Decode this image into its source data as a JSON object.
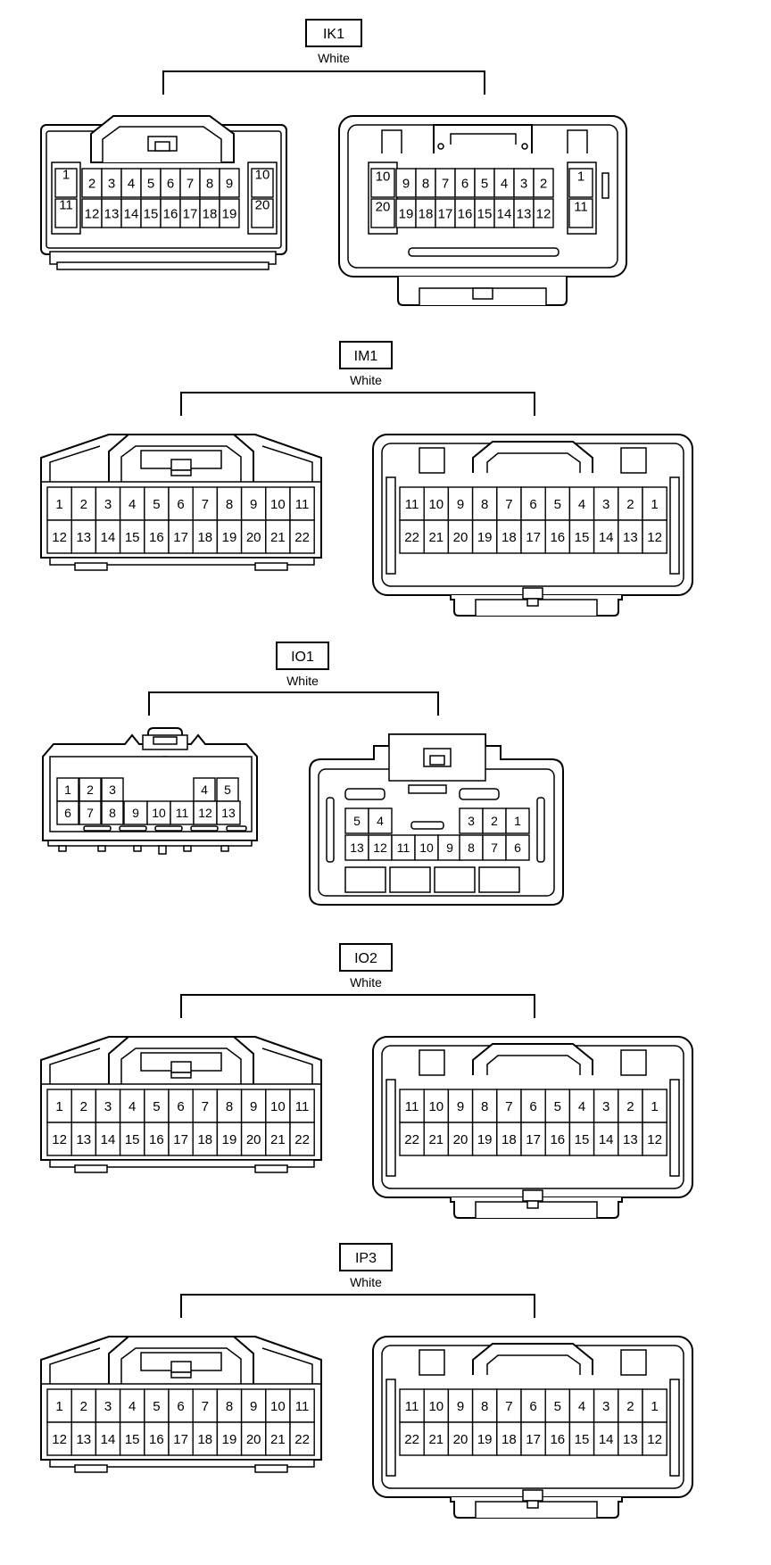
{
  "colors": {
    "line": "#000000",
    "background": "#ffffff"
  },
  "connectors": [
    {
      "id": "ik1",
      "name": "IK1",
      "color": "White",
      "left": {
        "row1": [
          "1",
          "2",
          "3",
          "4",
          "5",
          "6",
          "7",
          "8",
          "9",
          "10"
        ],
        "row2": [
          "11",
          "12",
          "13",
          "14",
          "15",
          "16",
          "17",
          "18",
          "19",
          "20"
        ]
      },
      "right": {
        "row1": [
          "10",
          "9",
          "8",
          "7",
          "6",
          "5",
          "4",
          "3",
          "2",
          "1"
        ],
        "row2": [
          "20",
          "19",
          "18",
          "17",
          "16",
          "15",
          "14",
          "13",
          "12",
          "11"
        ]
      }
    },
    {
      "id": "im1",
      "name": "IM1",
      "color": "White",
      "left": {
        "row1": [
          "1",
          "2",
          "3",
          "4",
          "5",
          "6",
          "7",
          "8",
          "9",
          "10",
          "11"
        ],
        "row2": [
          "12",
          "13",
          "14",
          "15",
          "16",
          "17",
          "18",
          "19",
          "20",
          "21",
          "22"
        ]
      },
      "right": {
        "row1": [
          "11",
          "10",
          "9",
          "8",
          "7",
          "6",
          "5",
          "4",
          "3",
          "2",
          "1"
        ],
        "row2": [
          "22",
          "21",
          "20",
          "19",
          "18",
          "17",
          "16",
          "15",
          "14",
          "13",
          "12"
        ]
      }
    },
    {
      "id": "io1",
      "name": "IO1",
      "color": "White",
      "left": {
        "row1": [
          "1",
          "2",
          "3",
          "4",
          "5"
        ],
        "row2": [
          "6",
          "7",
          "8",
          "9",
          "10",
          "11",
          "12",
          "13"
        ]
      },
      "right": {
        "row1": [
          "5",
          "4",
          "3",
          "2",
          "1"
        ],
        "row2": [
          "13",
          "12",
          "11",
          "10",
          "9",
          "8",
          "7",
          "6"
        ]
      }
    },
    {
      "id": "io2",
      "name": "IO2",
      "color": "White",
      "left": {
        "row1": [
          "1",
          "2",
          "3",
          "4",
          "5",
          "6",
          "7",
          "8",
          "9",
          "10",
          "11"
        ],
        "row2": [
          "12",
          "13",
          "14",
          "15",
          "16",
          "17",
          "18",
          "19",
          "20",
          "21",
          "22"
        ]
      },
      "right": {
        "row1": [
          "11",
          "10",
          "9",
          "8",
          "7",
          "6",
          "5",
          "4",
          "3",
          "2",
          "1"
        ],
        "row2": [
          "22",
          "21",
          "20",
          "19",
          "18",
          "17",
          "16",
          "15",
          "14",
          "13",
          "12"
        ]
      }
    },
    {
      "id": "ip3",
      "name": "IP3",
      "color": "White",
      "left": {
        "row1": [
          "1",
          "2",
          "3",
          "4",
          "5",
          "6",
          "7",
          "8",
          "9",
          "10",
          "11"
        ],
        "row2": [
          "12",
          "13",
          "14",
          "15",
          "16",
          "17",
          "18",
          "19",
          "20",
          "21",
          "22"
        ]
      },
      "right": {
        "row1": [
          "11",
          "10",
          "9",
          "8",
          "7",
          "6",
          "5",
          "4",
          "3",
          "2",
          "1"
        ],
        "row2": [
          "22",
          "21",
          "20",
          "19",
          "18",
          "17",
          "16",
          "15",
          "14",
          "13",
          "12"
        ]
      }
    }
  ]
}
